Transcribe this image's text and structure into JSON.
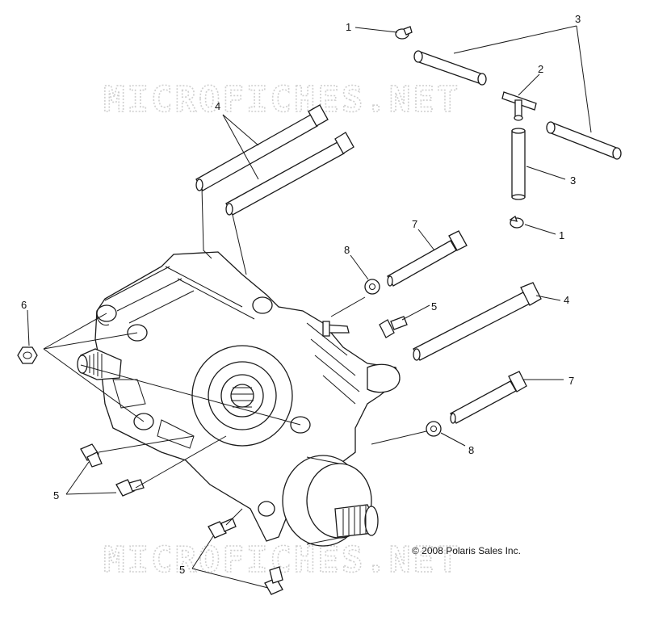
{
  "watermark": {
    "text": "MICROFICHES.NET"
  },
  "copyright": "© 2008 Polaris Sales Inc.",
  "callouts": {
    "c1a": "1",
    "c1b": "1",
    "c2": "2",
    "c3a": "3",
    "c3b": "3",
    "c4a": "4",
    "c4b": "4",
    "c5a": "5",
    "c5b": "5",
    "c5c": "5",
    "c6": "6",
    "c7a": "7",
    "c7b": "7",
    "c8a": "8",
    "c8b": "8"
  }
}
